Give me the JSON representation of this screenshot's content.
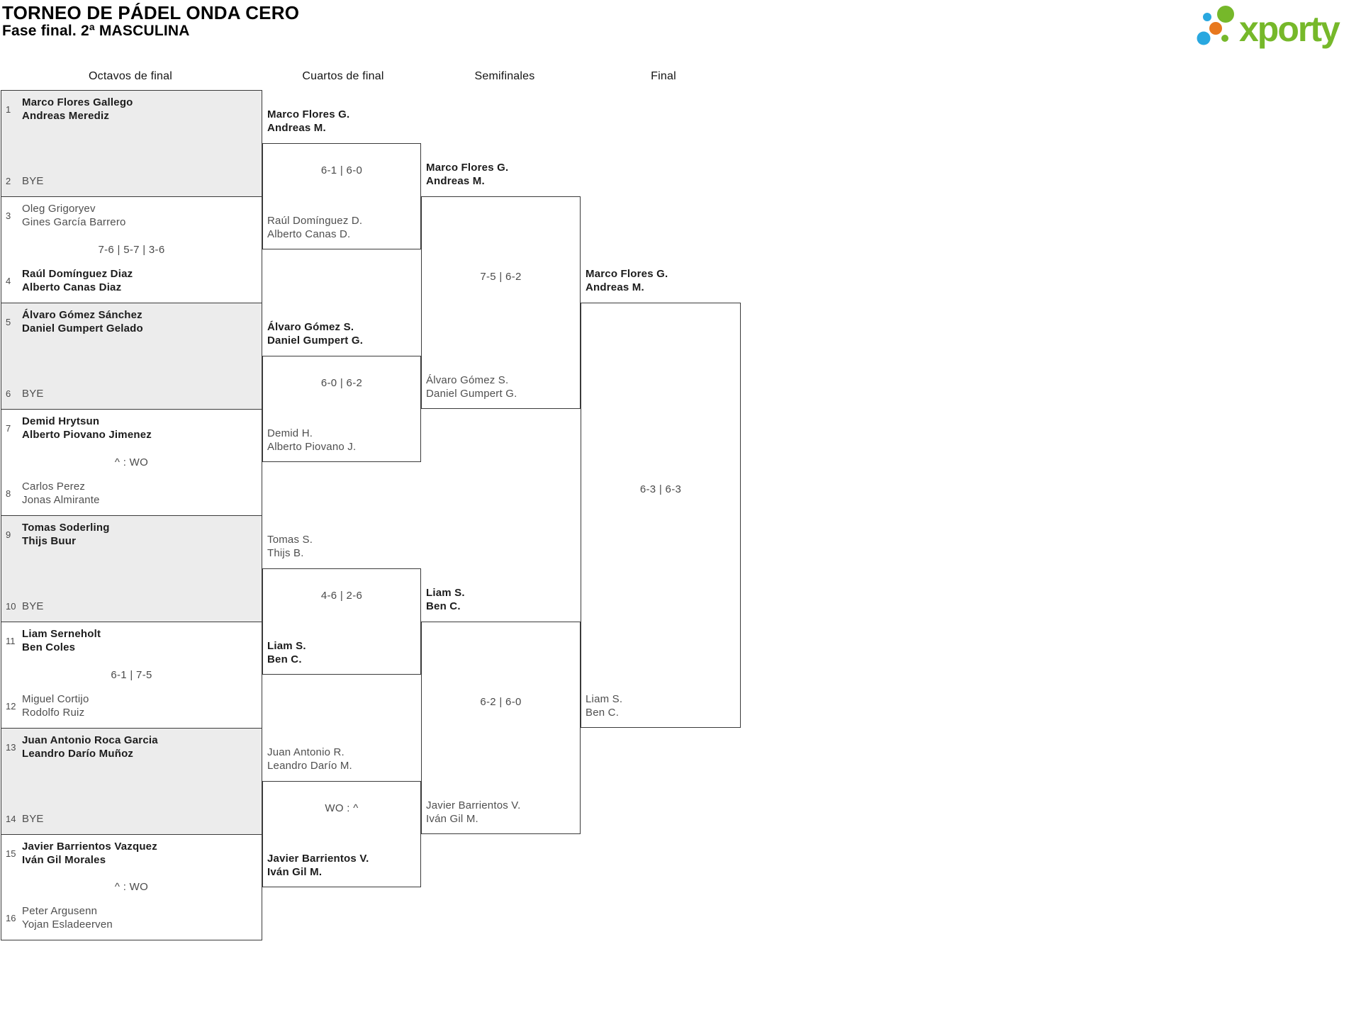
{
  "header": {
    "title": "TORNEO DE PÁDEL ONDA CERO",
    "subtitle": "Fase final. 2ª MASCULINA"
  },
  "logo": {
    "brand": "xporty",
    "green": "#76b82a",
    "blue": "#29a8e0",
    "orange": "#e8781e"
  },
  "rounds": [
    "Octavos de final",
    "Cuartos de final",
    "Semifinales",
    "Final"
  ],
  "matches": {
    "r16": [
      {
        "grey": true,
        "seedA": "1",
        "teamA": [
          "Marco Flores Gallego",
          "Andreas Merediz"
        ],
        "boldA": true,
        "score": "",
        "seedB": "2",
        "teamB": [
          "BYE"
        ],
        "boldB": false
      },
      {
        "grey": false,
        "seedA": "3",
        "teamA": [
          "Oleg Grigoryev",
          "Gines García Barrero"
        ],
        "boldA": false,
        "score": "7-6 | 5-7 | 3-6",
        "seedB": "4",
        "teamB": [
          "Raúl Domínguez Diaz",
          "Alberto Canas Diaz"
        ],
        "boldB": true
      },
      {
        "grey": true,
        "seedA": "5",
        "teamA": [
          "Álvaro Gómez Sánchez",
          "Daniel Gumpert Gelado"
        ],
        "boldA": true,
        "score": "",
        "seedB": "6",
        "teamB": [
          "BYE"
        ],
        "boldB": false
      },
      {
        "grey": false,
        "seedA": "7",
        "teamA": [
          "Demid Hrytsun",
          "Alberto Piovano Jimenez"
        ],
        "boldA": true,
        "score": "^ : WO",
        "seedB": "8",
        "teamB": [
          "Carlos Perez",
          "Jonas Almirante"
        ],
        "boldB": false
      },
      {
        "grey": true,
        "seedA": "9",
        "teamA": [
          "Tomas Soderling",
          "Thijs Buur"
        ],
        "boldA": true,
        "score": "",
        "seedB": "10",
        "teamB": [
          "BYE"
        ],
        "boldB": false
      },
      {
        "grey": false,
        "seedA": "11",
        "teamA": [
          "Liam Serneholt",
          "Ben Coles"
        ],
        "boldA": true,
        "score": "6-1 | 7-5",
        "seedB": "12",
        "teamB": [
          "Miguel Cortijo",
          "Rodolfo Ruiz"
        ],
        "boldB": false
      },
      {
        "grey": true,
        "seedA": "13",
        "teamA": [
          "Juan Antonio Roca Garcia",
          "Leandro Darío Muñoz"
        ],
        "boldA": true,
        "score": "",
        "seedB": "14",
        "teamB": [
          "BYE"
        ],
        "boldB": false
      },
      {
        "grey": false,
        "seedA": "15",
        "teamA": [
          "Javier Barrientos Vazquez",
          "Iván Gil Morales"
        ],
        "boldA": true,
        "score": "^ : WO",
        "seedB": "16",
        "teamB": [
          "Peter Argusenn",
          "Yojan Esladeerven"
        ],
        "boldB": false
      }
    ],
    "qf": [
      {
        "teamA": [
          "Marco Flores G.",
          "Andreas M."
        ],
        "boldA": true,
        "score": "6-1 | 6-0",
        "teamB": [
          "Raúl Domínguez D.",
          "Alberto Canas D."
        ],
        "boldB": false
      },
      {
        "teamA": [
          "Álvaro Gómez S.",
          "Daniel Gumpert G."
        ],
        "boldA": true,
        "score": "6-0 | 6-2",
        "teamB": [
          "Demid H.",
          "Alberto Piovano J."
        ],
        "boldB": false
      },
      {
        "teamA": [
          "Tomas S.",
          "Thijs B."
        ],
        "boldA": false,
        "score": "4-6 | 2-6",
        "teamB": [
          "Liam S.",
          "Ben C."
        ],
        "boldB": true
      },
      {
        "teamA": [
          "Juan Antonio R.",
          "Leandro Darío M."
        ],
        "boldA": false,
        "score": "WO : ^",
        "teamB": [
          "Javier Barrientos V.",
          "Iván Gil M."
        ],
        "boldB": true
      }
    ],
    "sf": [
      {
        "teamA": [
          "Marco Flores G.",
          "Andreas M."
        ],
        "boldA": true,
        "score": "7-5 | 6-2",
        "teamB": [
          "Álvaro Gómez S.",
          "Daniel Gumpert G."
        ],
        "boldB": false
      },
      {
        "teamA": [
          "Liam S.",
          "Ben C."
        ],
        "boldA": true,
        "score": "6-2 | 6-0",
        "teamB": [
          "Javier Barrientos V.",
          "Iván Gil M."
        ],
        "boldB": false
      }
    ],
    "f": [
      {
        "teamA": [
          "Marco Flores G.",
          "Andreas M."
        ],
        "boldA": true,
        "score": "6-3 | 6-3",
        "teamB": [
          "Liam S.",
          "Ben C."
        ],
        "boldB": false
      }
    ]
  }
}
